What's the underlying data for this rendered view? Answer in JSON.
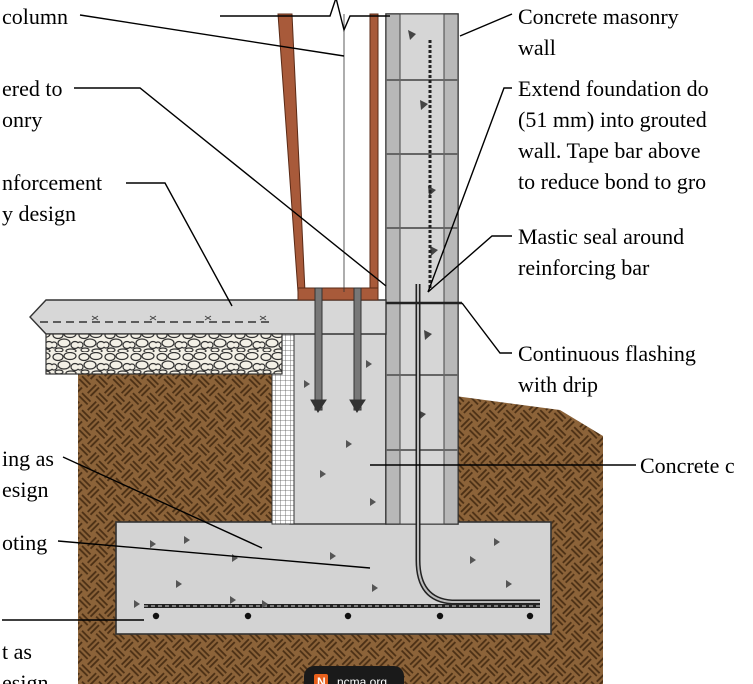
{
  "labels": {
    "left": [
      "column",
      "ered to",
      "onry",
      "nforcement",
      "y design",
      "ing as",
      "esign",
      "oting",
      "t  as",
      "esign"
    ],
    "right": [
      "Concrete masonry",
      "wall",
      "Extend foundation do",
      "(51 mm) into grouted",
      "wall.  Tape bar above",
      "to reduce bond to gro",
      "Mastic seal around",
      "reinforcing bar",
      "Continuous flashing",
      "with drip",
      "Concrete c"
    ]
  },
  "watermark": {
    "icon": "N",
    "text": "ncma.org"
  },
  "colors": {
    "soil": "#8b6239",
    "soil_hatch": "#5a3a1c",
    "concrete": "#d0d0d0",
    "steel_column": "#a85a3a",
    "masonry": "#c6c6c6",
    "gravel": "#f2efe6"
  }
}
